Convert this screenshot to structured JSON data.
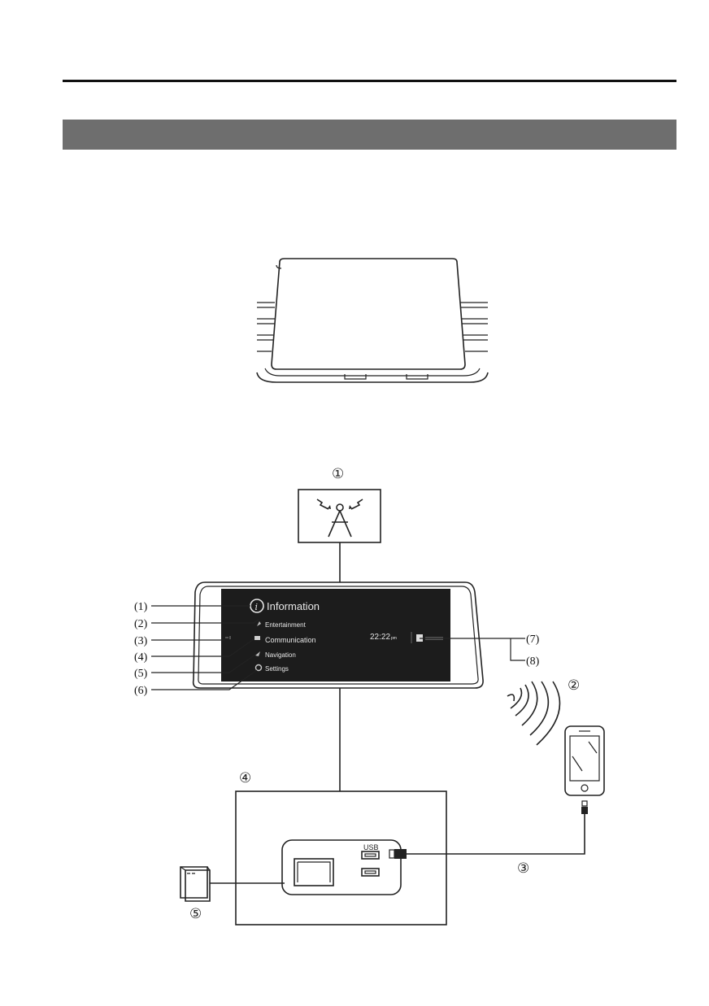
{
  "labels": {
    "antenna": "①",
    "phone": "②",
    "cable": "③",
    "unit": "④",
    "sd": "⑤",
    "usb": "USB"
  },
  "callouts": [
    "(1)",
    "(2)",
    "(3)",
    "(4)",
    "(5)",
    "(6)",
    "(7)",
    "(8)"
  ],
  "screen": {
    "menu": [
      "Information",
      "Entertainment",
      "Communication",
      "Navigation",
      "Settings"
    ],
    "clock": "22:22",
    "clock_suffix": "pm"
  }
}
